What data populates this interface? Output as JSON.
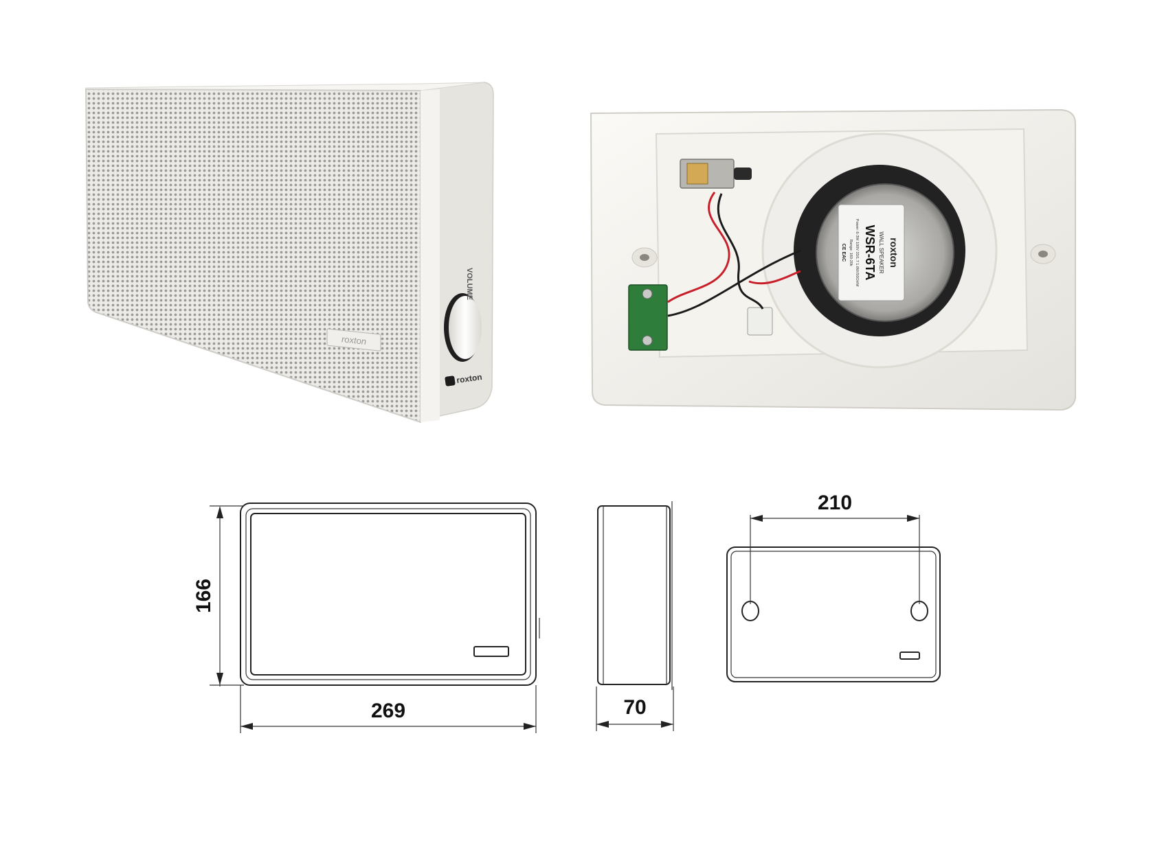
{
  "photos": {
    "front": {
      "knob_label": "VOLUME",
      "badge_text": "roxton",
      "logo_text": "roxton",
      "grille_color": "#e9e9e6",
      "body_color": "#f3f2ee"
    },
    "back": {
      "speaker_label_brand": "roxton",
      "speaker_label_title": "WALL SPEAKER",
      "speaker_model": "WSR-6TA",
      "speaker_label_lines": [
        "Power: 6-3W 100V 33/1.7 1.6W/S0OHM",
        "Range: 160-20k"
      ],
      "speaker_label_marks": "CE EAC",
      "body_color": "#f1f0ea",
      "pcb_color": "#2e7d3a",
      "wire_colors": [
        "#c8202a",
        "#1a1a1a"
      ]
    }
  },
  "drawings": {
    "front_view": {
      "height_label": "166",
      "width_label": "269"
    },
    "side_view": {
      "depth_label": "70"
    },
    "back_view": {
      "mount_spacing_label": "210"
    }
  }
}
